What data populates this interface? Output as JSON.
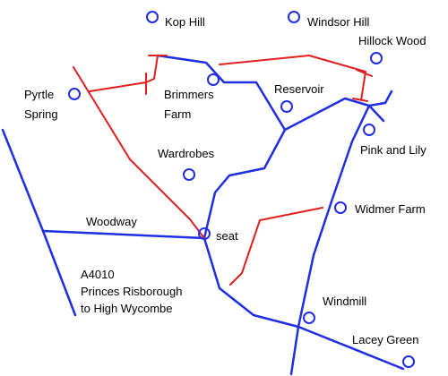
{
  "colors": {
    "road": "#1f2ee0",
    "footpath": "#e01f1f",
    "marker": "#1f2ee0",
    "text": "#000000"
  },
  "places": [
    {
      "id": "kop-hill",
      "label": "Kop Hill",
      "icon": "circle-marker-icon"
    },
    {
      "id": "windsor-hill",
      "label": "Windsor Hill",
      "icon": "circle-marker-icon"
    },
    {
      "id": "hillock-wood",
      "label": "Hillock Wood",
      "icon": "circle-marker-icon"
    },
    {
      "id": "pyrtle-spring",
      "label": "Pyrtle Spring",
      "icon": "circle-marker-icon"
    },
    {
      "id": "brimmers-farm",
      "label": "Brimmers Farm",
      "icon": "circle-marker-icon"
    },
    {
      "id": "reservoir",
      "label": "Reservoir",
      "icon": "circle-marker-icon"
    },
    {
      "id": "pink-and-lily",
      "label": "Pink and Lily",
      "icon": "circle-marker-icon"
    },
    {
      "id": "wardrobes",
      "label": "Wardrobes",
      "icon": "circle-marker-icon"
    },
    {
      "id": "widmer-farm",
      "label": "Widmer Farm",
      "icon": "circle-marker-icon"
    },
    {
      "id": "seat",
      "label": "seat",
      "icon": "circle-marker-icon"
    },
    {
      "id": "windmill",
      "label": "Windmill",
      "icon": "circle-marker-icon"
    },
    {
      "id": "lacey-green",
      "label": "Lacey Green",
      "icon": "circle-marker-icon"
    }
  ],
  "roads": {
    "woodway": "Woodway",
    "a4010": {
      "number": "A4010",
      "line1": "Princes Risborough",
      "line2": "to High Wycombe"
    }
  }
}
